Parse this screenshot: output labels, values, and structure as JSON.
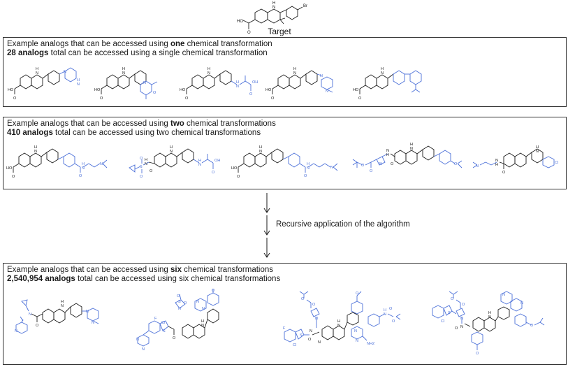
{
  "target": {
    "label": "Target"
  },
  "panels": [
    {
      "id": "one",
      "line1_pre": "Example analogs that can be accessed using ",
      "line1_kw": "one",
      "line1_post": " chemical transformation",
      "line2_kw": "28 analogs",
      "line2_post": " total can be accessed using a single chemical transformation"
    },
    {
      "id": "two",
      "line1_pre": "Example analogs that can be accessed using ",
      "line1_kw": "two",
      "line1_post": " chemical transformations",
      "line2_kw": "410 analogs",
      "line2_post": " total can be accessed using two chemical transformations"
    },
    {
      "id": "six",
      "line1_pre": "Example analogs that can be accessed using ",
      "line1_kw": "six",
      "line1_post": " chemical transformations",
      "line2_kw": "2,540,954 analogs",
      "line2_post": " total can be accessed using six chemical transformations"
    }
  ],
  "recursion_label": "Recursive application of the algorithm",
  "colors": {
    "core": "#1a1a1a",
    "modified": "#4a6fd8",
    "border": "#333333"
  },
  "atom_labels": {
    "target": [
      "HO",
      "O",
      "H",
      "N",
      "Br"
    ],
    "one": [
      [
        "HO",
        "O",
        "H",
        "N",
        "N",
        "H",
        "N"
      ],
      [
        "HO",
        "O",
        "H",
        "N",
        "N",
        "O"
      ],
      [
        "HO",
        "O",
        "H",
        "N",
        "H",
        "N",
        "OH",
        "O"
      ],
      [
        "HO",
        "O",
        "H",
        "N",
        "N",
        "N"
      ],
      [
        "HO",
        "O",
        "H",
        "N"
      ]
    ],
    "two": [
      [
        "HO",
        "O",
        "H",
        "N",
        "N",
        "H",
        "N",
        "O"
      ],
      [
        "S",
        "O",
        "O",
        "H",
        "N",
        "O",
        "H",
        "N",
        "H",
        "N",
        "OH",
        "O"
      ],
      [
        "HO",
        "O",
        "H",
        "N",
        "N",
        "H",
        "N",
        "O"
      ],
      [
        "O",
        "O",
        "N",
        "N",
        "H",
        "O",
        "H",
        "N",
        "O"
      ],
      [
        "N",
        "N",
        "H",
        "O",
        "H",
        "N",
        "Cl"
      ]
    ],
    "six": [
      [
        "N",
        "N",
        "O",
        "H",
        "N",
        "N",
        "N"
      ],
      [
        "O",
        "S",
        "O",
        "N",
        "F",
        "Cl",
        "S",
        "N",
        "N",
        "O",
        "N",
        "N",
        "H",
        "N",
        "O"
      ],
      [
        "O",
        "O",
        "N",
        "F",
        "Cl",
        "S",
        "O",
        "N",
        "N",
        "O",
        "H",
        "N",
        "O",
        "O",
        "H",
        "N",
        "N",
        "NH2",
        "N"
      ],
      [
        "O",
        "O",
        "N",
        "Cl",
        "S",
        "N",
        "O",
        "H",
        "N",
        "N",
        "N",
        "O",
        "O"
      ]
    ]
  }
}
